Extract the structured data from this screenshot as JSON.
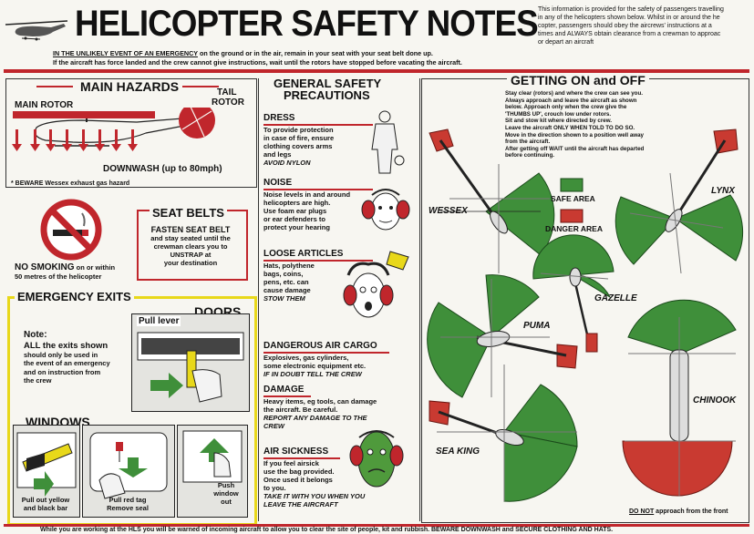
{
  "header": {
    "title": "HELICOPTER SAFETY NOTES",
    "intro_html_lines": [
      "This information is provided for the safety of passengers travelling",
      "in any of the helicopters shown below. Whilst in or around the he",
      "copter, passengers should obey the aircrews' instructions at a",
      "times and ALWAYS obtain clearance from a crewman to approac",
      "or depart an aircraft"
    ],
    "sub1_u": "IN THE UNLIKELY EVENT OF AN EMERGENCY",
    "sub1_rest": " on the ground or in the air, remain in your seat with your seat belt done up.",
    "sub2": "If the aircraft has force landed and the crew cannot give instructions, wait until the rotors have stopped before vacating the aircraft."
  },
  "hazards": {
    "heading": "MAIN HAZARDS",
    "main_rotor": "MAIN ROTOR",
    "tail_rotor_1": "TAIL",
    "tail_rotor_2": "ROTOR",
    "downwash": "DOWNWASH (up to 80mph)",
    "beware": "* BEWARE Wessex exhaust gas hazard"
  },
  "no_smoking": {
    "label_bold": "NO SMOKING",
    "label_rest": " on or within",
    "line2": "50 metres of the helicopter"
  },
  "seat_belts": {
    "heading": "SEAT BELTS",
    "line1": "FASTEN SEAT BELT",
    "line2": "and stay seated until the",
    "line3": "crewman clears you to",
    "line4": "UNSTRAP at",
    "line5": "your destination"
  },
  "emergency": {
    "heading": "EMERGENCY EXITS",
    "doors": "DOORS",
    "pull_lever": "Pull lever",
    "note": "Note:",
    "note_body": [
      "ALL the exits shown",
      "should only be used in",
      "the event of an emergency",
      "and on instruction from",
      "the crew"
    ],
    "windows": "WINDOWS",
    "cap1": [
      "Pull out yellow",
      "and black bar"
    ],
    "cap2": [
      "Pull red tag",
      "Remove seal"
    ],
    "cap3": [
      "Push",
      "window",
      "out"
    ]
  },
  "precautions": {
    "heading1": "GENERAL SAFETY",
    "heading2": "PRECAUTIONS",
    "items": [
      {
        "title": "DRESS",
        "lines": [
          "To provide protection",
          "in case of fire, ensure",
          "clothing covers arms",
          "and legs"
        ],
        "italic": [
          "AVOID NYLON"
        ]
      },
      {
        "title": "NOISE",
        "lines": [
          "Noise levels in and around",
          "helicopters are high.",
          "Use foam ear plugs",
          "or ear defenders to",
          "protect your hearing"
        ],
        "italic": []
      },
      {
        "title": "LOOSE ARTICLES",
        "lines": [
          "Hats, polythene",
          "bags, coins,",
          "pens, etc. can",
          "cause damage"
        ],
        "italic": [
          "STOW THEM"
        ]
      },
      {
        "title": "DANGEROUS AIR CARGO",
        "lines": [
          "Explosives, gas cylinders,",
          "some electronic equipment etc."
        ],
        "italic": [
          "IF IN DOUBT TELL THE CREW"
        ]
      },
      {
        "title": "DAMAGE",
        "lines": [
          "Heavy items, eg tools, can damage",
          "the aircraft. Be careful."
        ],
        "italic": [
          "REPORT ANY DAMAGE TO THE",
          "CREW"
        ]
      },
      {
        "title": "AIR SICKNESS",
        "lines": [
          "If you feel airsick",
          "use the bag provided.",
          "Once used it belongs",
          "to you."
        ],
        "italic": [
          "TAKE IT WITH YOU WHEN YOU",
          "LEAVE THE AIRCRAFT"
        ]
      }
    ]
  },
  "getting_on": {
    "heading": "GETTING ON and OFF",
    "lines": [
      "Stay clear (rotors) and where the crew can see you.",
      "Always approach and leave the aircraft as shown",
      "below. Approach only when the crew give the",
      "'THUMBS UP', crouch low under rotors.",
      "Sit and stow kit where directed by crew.",
      "Leave the aircraft ONLY WHEN TOLD TO DO SO.",
      "Move in the direction shown to a position well away",
      "from the aircraft.",
      "After getting off WAIT until the aircraft has departed",
      "before continuing."
    ],
    "safe_area": "SAFE AREA",
    "danger_area": "DANGER AREA",
    "helicopters": [
      "WESSEX",
      "LYNX",
      "GAZELLE",
      "PUMA",
      "CHINOOK",
      "SEA KING"
    ],
    "do_not_u": "DO NOT",
    "do_not_rest": " approach from the front"
  },
  "footer": {
    "text": "While you are working at the HLS you will be warned of incoming aircraft to allow you to clear the site of people, kit and rubbish.  BEWARE DOWNWASH and SECURE CLOTHING AND HATS."
  },
  "colors": {
    "red": "#c0262c",
    "green": "#3f8f3a",
    "yellow_border": "#e8d81a"
  }
}
